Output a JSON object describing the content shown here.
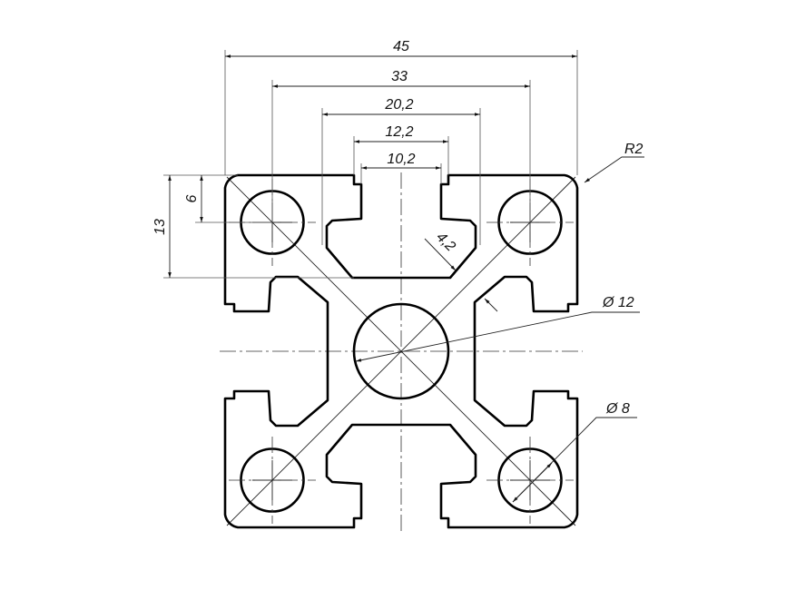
{
  "drawing": {
    "title": "Aluminium profile 45x45 cross-section",
    "dimensions": {
      "overall_width": "45",
      "hole_spacing": "33",
      "slot_inner_width": "20,2",
      "slot_outer_width": "12,2",
      "slot_opening": "10,2",
      "height_13": "13",
      "height_6": "6",
      "corner_radius": "R2",
      "wall_thickness": "4,2",
      "center_bore": "Ø 12",
      "corner_hole": "Ø 8"
    },
    "colors": {
      "line": "#000000",
      "background": "#ffffff"
    }
  }
}
